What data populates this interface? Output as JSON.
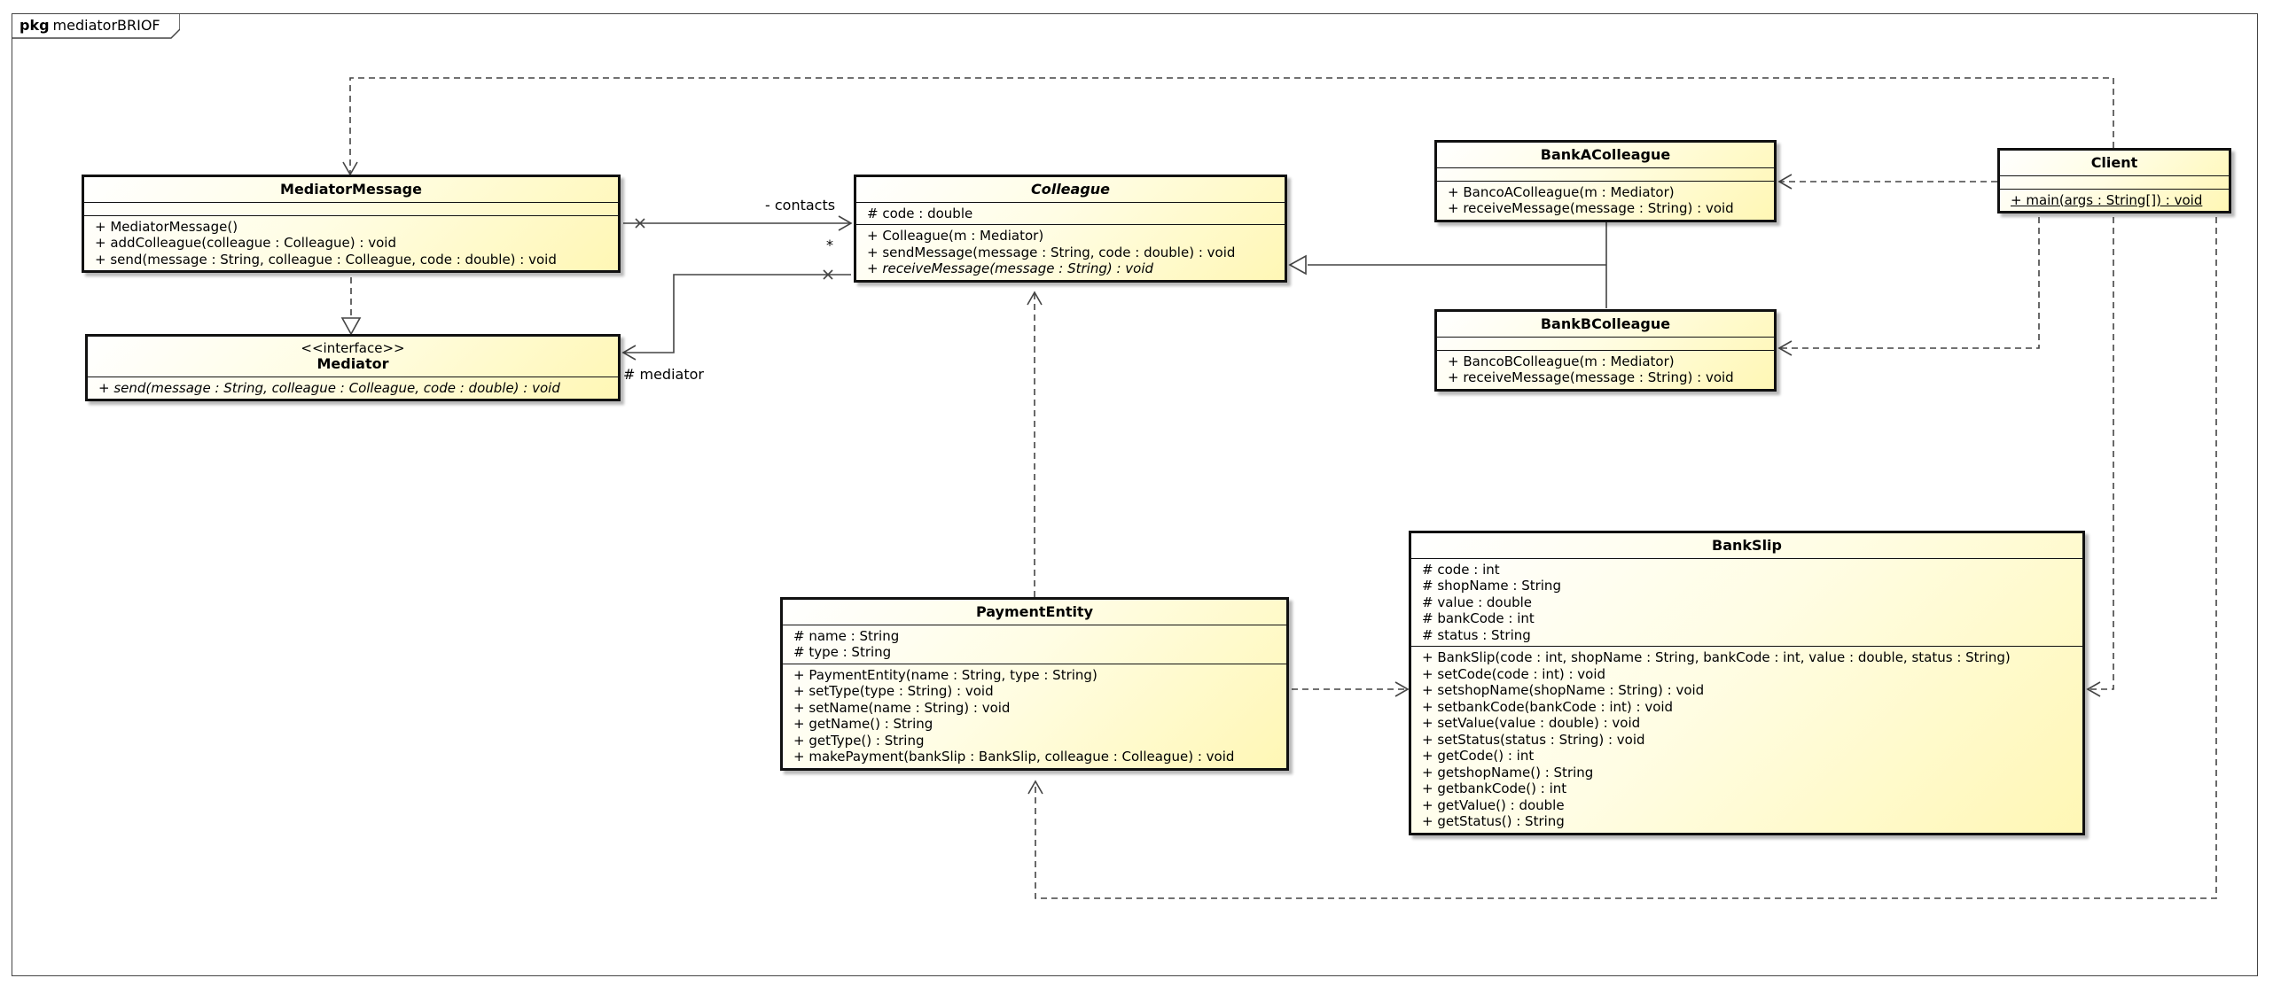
{
  "package": {
    "keyword": "pkg",
    "name": "mediatorBRIOF"
  },
  "classes": [
    {
      "id": "MediatorMessage",
      "name": "MediatorMessage",
      "stereotype": "",
      "abstract": false,
      "attributes": [],
      "operations": [
        {
          "text": "+ MediatorMessage()",
          "abstract": false,
          "static": false
        },
        {
          "text": "+ addColleague(colleague : Colleague) : void",
          "abstract": false,
          "static": false
        },
        {
          "text": "+ send(message : String, colleague : Colleague, code : double) : void",
          "abstract": false,
          "static": false
        }
      ]
    },
    {
      "id": "Mediator",
      "name": "Mediator",
      "stereotype": "<<interface>>",
      "abstract": false,
      "attributes": null,
      "operations": [
        {
          "text": "+ send(message : String, colleague : Colleague, code : double) : void",
          "abstract": true,
          "static": false
        }
      ]
    },
    {
      "id": "Colleague",
      "name": "Colleague",
      "stereotype": "",
      "abstract": true,
      "attributes": [
        {
          "text": "# code : double"
        }
      ],
      "operations": [
        {
          "text": "+ Colleague(m : Mediator)",
          "abstract": false,
          "static": false
        },
        {
          "text": "+ sendMessage(message : String, code : double) : void",
          "abstract": false,
          "static": false
        },
        {
          "text": "+ receiveMessage(message : String) : void",
          "abstract": true,
          "static": false
        }
      ]
    },
    {
      "id": "BankAColleague",
      "name": "BankAColleague",
      "stereotype": "",
      "abstract": false,
      "attributes": [],
      "operations": [
        {
          "text": "+ BancoAColleague(m : Mediator)",
          "abstract": false,
          "static": false
        },
        {
          "text": "+ receiveMessage(message : String) : void",
          "abstract": false,
          "static": false
        }
      ]
    },
    {
      "id": "BankBColleague",
      "name": "BankBColleague",
      "stereotype": "",
      "abstract": false,
      "attributes": [],
      "operations": [
        {
          "text": "+ BancoBColleague(m : Mediator)",
          "abstract": false,
          "static": false
        },
        {
          "text": "+ receiveMessage(message : String) : void",
          "abstract": false,
          "static": false
        }
      ]
    },
    {
      "id": "Client",
      "name": "Client",
      "stereotype": "",
      "abstract": false,
      "attributes": [],
      "operations": [
        {
          "text": "+ main(args : String[]) : void",
          "abstract": false,
          "static": true
        }
      ]
    },
    {
      "id": "PaymentEntity",
      "name": "PaymentEntity",
      "stereotype": "",
      "abstract": false,
      "attributes": [
        {
          "text": "# name : String"
        },
        {
          "text": "# type : String"
        }
      ],
      "operations": [
        {
          "text": "+ PaymentEntity(name : String, type : String)",
          "abstract": false,
          "static": false
        },
        {
          "text": "+ setType(type : String) : void",
          "abstract": false,
          "static": false
        },
        {
          "text": "+ setName(name : String) : void",
          "abstract": false,
          "static": false
        },
        {
          "text": "+ getName() : String",
          "abstract": false,
          "static": false
        },
        {
          "text": "+ getType() : String",
          "abstract": false,
          "static": false
        },
        {
          "text": "+ makePayment(bankSlip : BankSlip, colleague : Colleague) : void",
          "abstract": false,
          "static": false
        }
      ]
    },
    {
      "id": "BankSlip",
      "name": "BankSlip",
      "stereotype": "",
      "abstract": false,
      "attributes": [
        {
          "text": "# code : int"
        },
        {
          "text": "# shopName : String"
        },
        {
          "text": "# value : double"
        },
        {
          "text": "# bankCode : int"
        },
        {
          "text": "# status : String"
        }
      ],
      "operations": [
        {
          "text": "+ BankSlip(code : int, shopName : String, bankCode : int, value : double, status : String)",
          "abstract": false,
          "static": false
        },
        {
          "text": "+ setCode(code : int) : void",
          "abstract": false,
          "static": false
        },
        {
          "text": "+ setshopName(shopName : String) : void",
          "abstract": false,
          "static": false
        },
        {
          "text": "+ setbankCode(bankCode : int) : void",
          "abstract": false,
          "static": false
        },
        {
          "text": "+ setValue(value : double) : void",
          "abstract": false,
          "static": false
        },
        {
          "text": "+ setStatus(status : String) : void",
          "abstract": false,
          "static": false
        },
        {
          "text": "+ getCode() : int",
          "abstract": false,
          "static": false
        },
        {
          "text": "+ getshopName() : String",
          "abstract": false,
          "static": false
        },
        {
          "text": "+ getbankCode() : int",
          "abstract": false,
          "static": false
        },
        {
          "text": "+ getValue() : double",
          "abstract": false,
          "static": false
        },
        {
          "text": "+ getStatus() : String",
          "abstract": false,
          "static": false
        }
      ]
    }
  ],
  "relationships": [
    {
      "kind": "association",
      "from": "MediatorMessage",
      "to": "Colleague",
      "role": "- contacts",
      "multiplicity": "*"
    },
    {
      "kind": "association",
      "from": "Colleague",
      "to": "Mediator",
      "role": "# mediator"
    },
    {
      "kind": "realization",
      "from": "MediatorMessage",
      "to": "Mediator"
    },
    {
      "kind": "generalization",
      "from": "BankAColleague",
      "to": "Colleague"
    },
    {
      "kind": "generalization",
      "from": "BankBColleague",
      "to": "Colleague"
    },
    {
      "kind": "dependency",
      "from": "Client",
      "to": "MediatorMessage"
    },
    {
      "kind": "dependency",
      "from": "Client",
      "to": "BankAColleague"
    },
    {
      "kind": "dependency",
      "from": "Client",
      "to": "BankBColleague"
    },
    {
      "kind": "dependency",
      "from": "Client",
      "to": "BankSlip"
    },
    {
      "kind": "dependency",
      "from": "Client",
      "to": "PaymentEntity"
    },
    {
      "kind": "dependency",
      "from": "PaymentEntity",
      "to": "Colleague"
    },
    {
      "kind": "dependency",
      "from": "PaymentEntity",
      "to": "BankSlip"
    }
  ],
  "colors": {
    "line": "#444444",
    "border": "#111111",
    "fill_start": "#ffffff",
    "fill_end": "#fff7b5"
  }
}
